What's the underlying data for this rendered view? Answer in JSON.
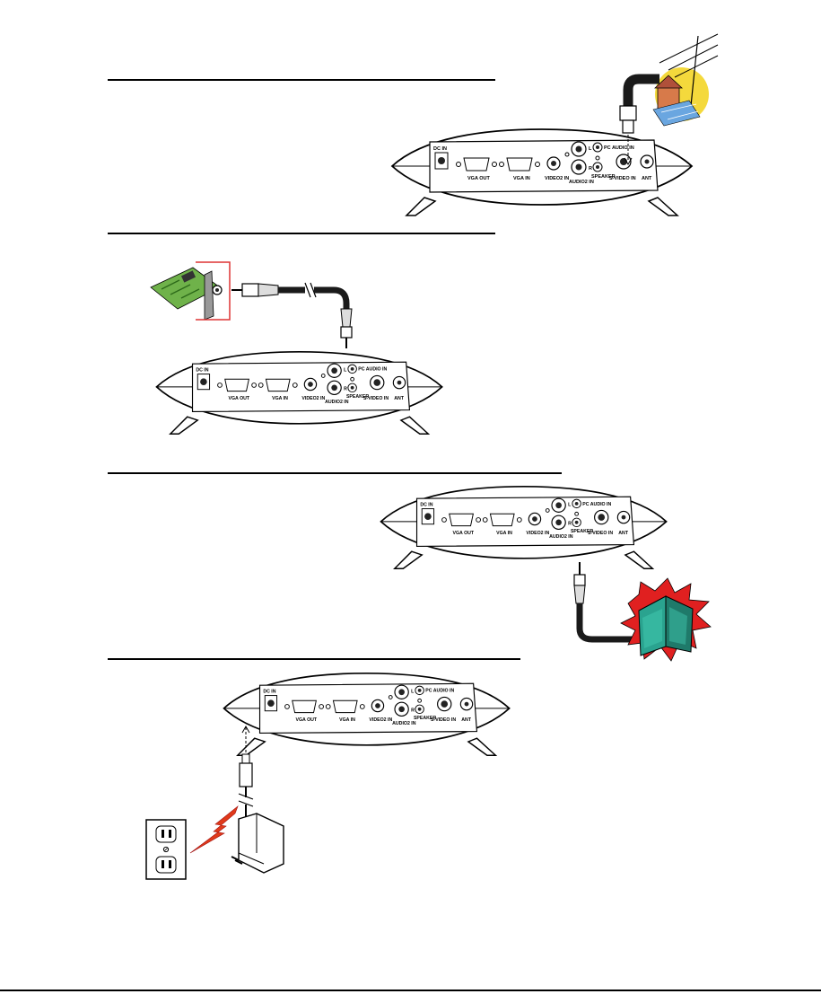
{
  "panel_labels": {
    "dc_in": "DC IN",
    "vga_out": "VGA OUT",
    "vga_in": "VGA IN",
    "video2_in": "VIDEO2 IN",
    "audio2_in": "AUDIO2 IN",
    "pc_audio_in": "PC AUDIO IN",
    "speaker": "SPEAKER",
    "svideo_in": "S-VIDEO IN",
    "ant": "ANT",
    "l": "L",
    "r": "R"
  },
  "sections": [
    {
      "id": "antenna",
      "accessory": "antenna-house"
    },
    {
      "id": "sound-card",
      "accessory": "sound-card"
    },
    {
      "id": "speakers",
      "accessory": "speakers"
    },
    {
      "id": "power",
      "accessory": "wall-outlet"
    }
  ],
  "colors": {
    "ink": "#000000",
    "cable": "#1a1a1a",
    "sun": "#f2d21a",
    "house": "#d77a4a",
    "pcb": "#6fb24a",
    "speaker": "#2aa38f",
    "burst": "#e02020",
    "bolt": "#e03a1a",
    "bracket": "#d33"
  }
}
